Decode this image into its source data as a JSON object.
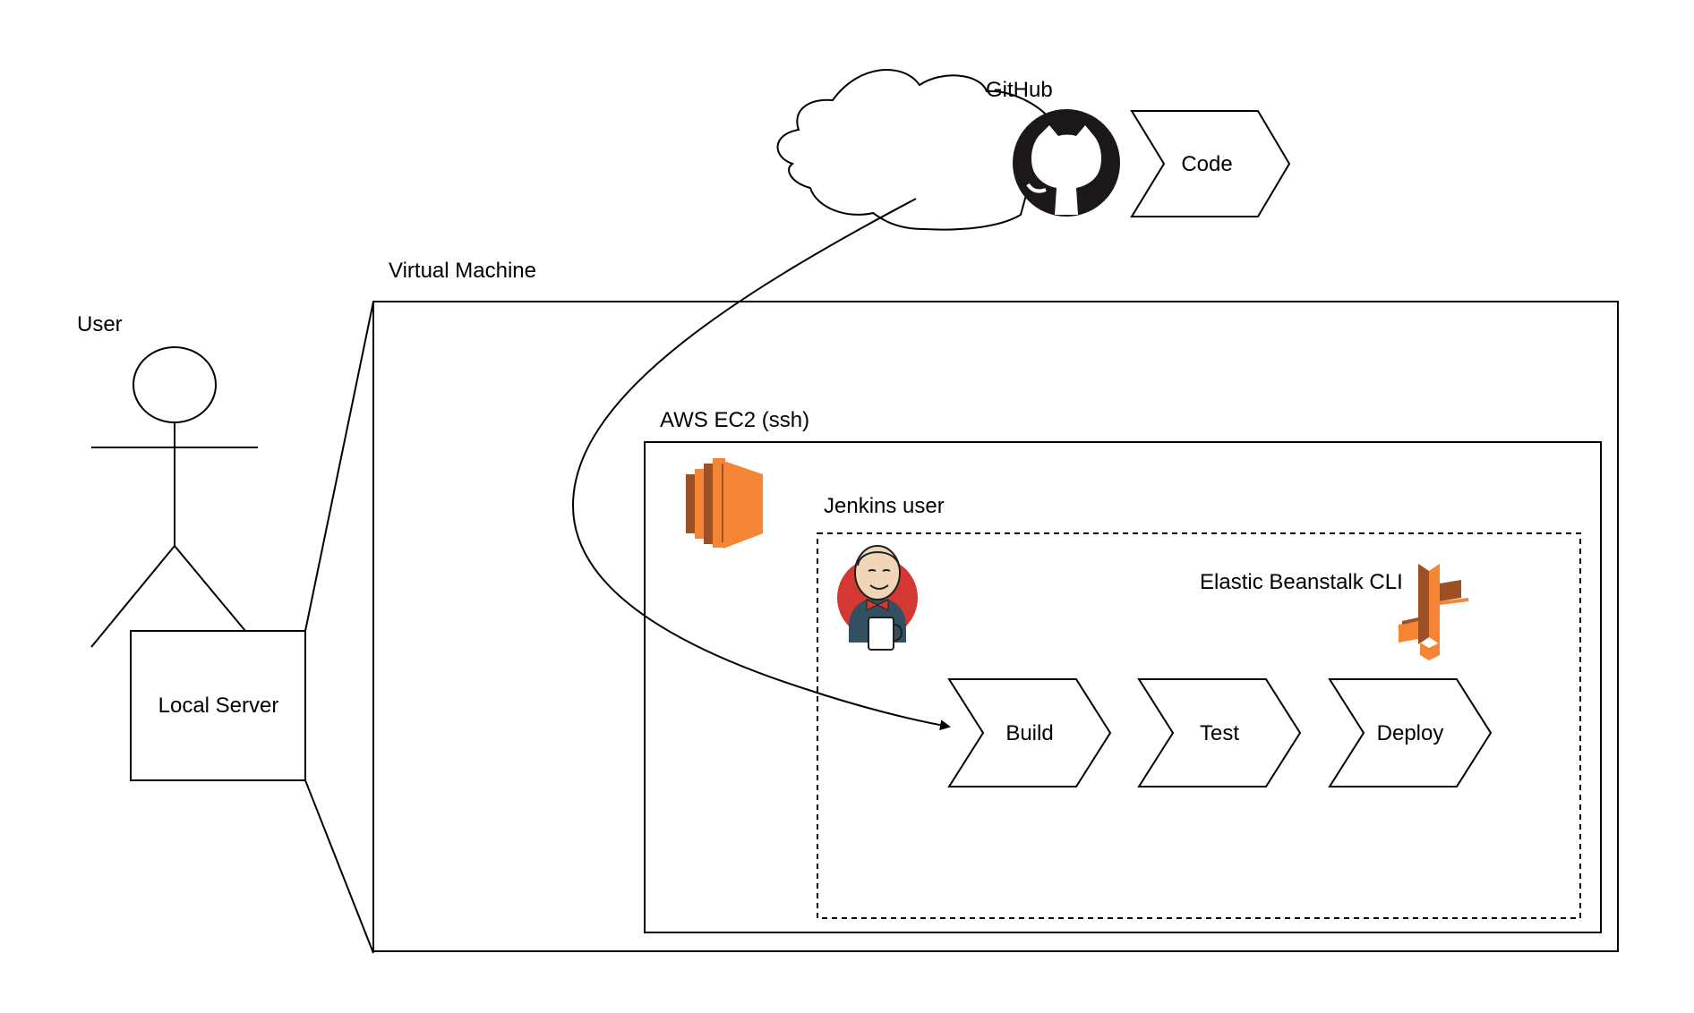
{
  "labels": {
    "github": "GitHub",
    "code": "Code",
    "virtual_machine": "Virtual Machine",
    "user": "User",
    "aws_ec2": "AWS EC2 (ssh)",
    "jenkins_user": "Jenkins user",
    "eb_cli": "Elastic Beanstalk CLI",
    "local_server": "Local Server"
  },
  "pipeline": [
    "Build",
    "Test",
    "Deploy"
  ],
  "icons": {
    "github": "github-icon",
    "ec2": "aws-ec2-icon",
    "jenkins": "jenkins-icon",
    "elastic_beanstalk": "elastic-beanstalk-icon"
  },
  "colors": {
    "stroke": "#000000",
    "aws_orange_light": "#f58534",
    "aws_orange_dark": "#9d5025",
    "jenkins_red": "#d33833"
  }
}
